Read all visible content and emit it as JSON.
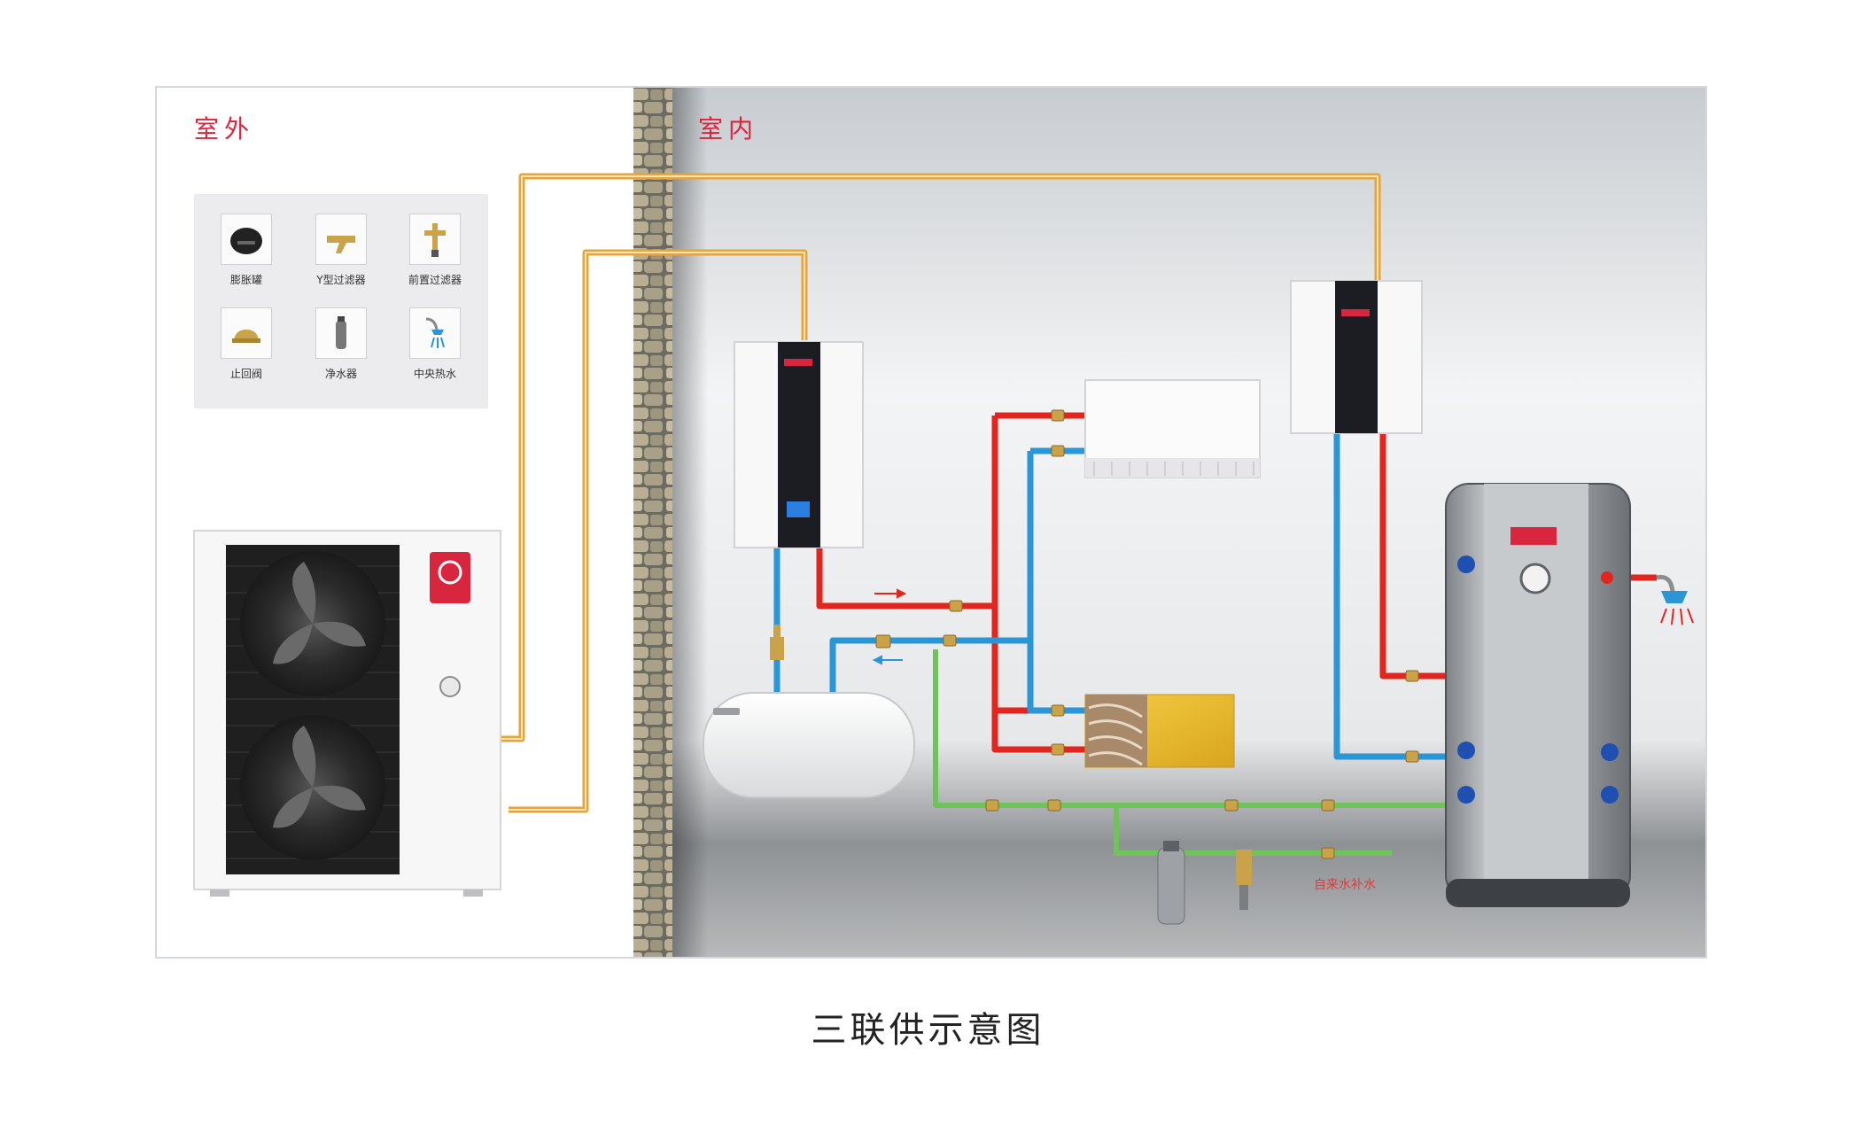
{
  "zones": {
    "outdoor": "室外",
    "indoor": "室内"
  },
  "legend": [
    {
      "label": "膨胀罐",
      "icon": "expansion-tank-icon"
    },
    {
      "label": "Y型过滤器",
      "icon": "y-strainer-icon"
    },
    {
      "label": "前置过滤器",
      "icon": "pre-filter-icon"
    },
    {
      "label": "止回阀",
      "icon": "check-valve-icon"
    },
    {
      "label": "净水器",
      "icon": "water-purifier-icon"
    },
    {
      "label": "中央热水",
      "icon": "central-hot-water-icon"
    }
  ],
  "bypass_note": "自来水补水",
  "caption": "三联供示意图",
  "colors": {
    "hot_pipe": "#e0261e",
    "cold_pipe": "#2a96d6",
    "refrigerant_pipe": "#e6a53a",
    "tap_water_pipe": "#6ec35a",
    "brand_red": "#d7263d"
  }
}
